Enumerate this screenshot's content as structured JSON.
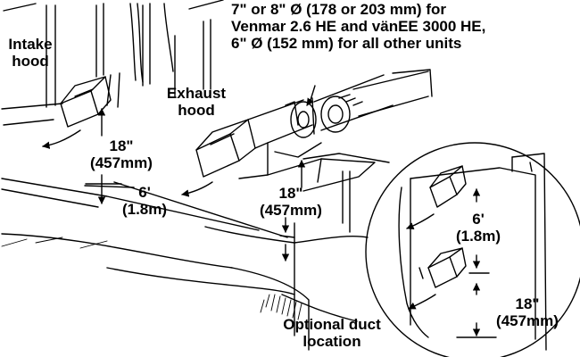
{
  "labels": {
    "duct_size": [
      "7\" or 8\" Ø (178 or 203 mm) for",
      "Venmar 2.6 HE and vänEE 3000 HE,",
      "6\" Ø (152 mm) for all other units"
    ],
    "intake_hood": [
      "Intake",
      "hood"
    ],
    "exhaust_hood": [
      "Exhaust",
      "hood"
    ],
    "left_18": [
      "18\"",
      "(457mm)"
    ],
    "left_6ft": [
      "6'",
      "(1.8m)"
    ],
    "center_18": [
      "18\"",
      "(457mm)"
    ],
    "inset_6ft": [
      "6'",
      "(1.8m)"
    ],
    "inset_18": [
      "18\"",
      "(457mm)"
    ],
    "optional_duct": [
      "Optional duct",
      "location"
    ]
  },
  "colors": {
    "line": "#000000",
    "background": "#ffffff"
  }
}
